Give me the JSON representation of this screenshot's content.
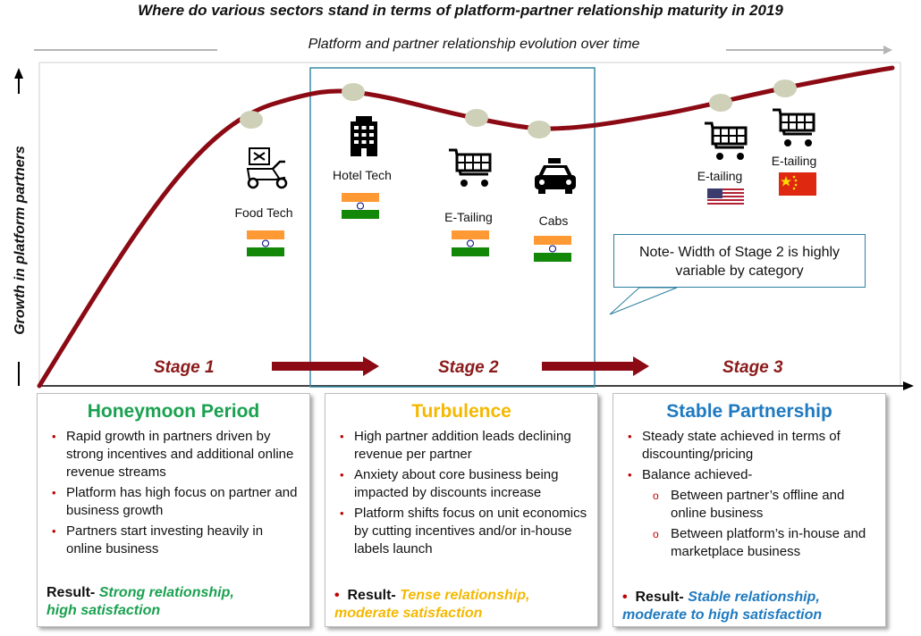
{
  "title": "Where do various sectors stand in terms of platform-partner relationship maturity in 2019",
  "subtitle": "Platform and partner relationship evolution over time",
  "y_axis_label": "Growth in platform partners",
  "stages": {
    "stage1": "Stage 1",
    "stage2": "Stage 2",
    "stage3": "Stage 3"
  },
  "sectors": [
    {
      "label": "Food Tech",
      "icon": "scooter-delivery-icon",
      "flag": "india-flag"
    },
    {
      "label": "Hotel Tech",
      "icon": "building-icon",
      "flag": "india-flag"
    },
    {
      "label": "E-Tailing",
      "icon": "shopping-cart-icon",
      "flag": "india-flag"
    },
    {
      "label": "Cabs",
      "icon": "car-icon",
      "flag": "india-flag"
    },
    {
      "label": "E-tailing",
      "icon": "shopping-cart-icon",
      "flag": "usa-flag"
    },
    {
      "label": "E-tailing",
      "icon": "shopping-cart-icon",
      "flag": "china-flag"
    }
  ],
  "note": "Note- Width of Stage 2 is highly variable by category",
  "colors": {
    "curve": "#8b0a14",
    "stage_text": "#8b1a1a",
    "honeymoon": "#1aa150",
    "turbulence": "#f5b800",
    "stable": "#1f7ac0",
    "bullet": "#c00000",
    "dot": "#cfd0b8"
  },
  "panels": {
    "honeymoon": {
      "title": "Honeymoon Period",
      "bullets": [
        "Rapid growth in partners driven by strong incentives and additional online revenue streams",
        "Platform has high focus on partner and business growth",
        "Partners start investing heavily in online business"
      ],
      "result_label": "Result-",
      "result_line1": "Strong relationship,",
      "result_line2": "high satisfaction"
    },
    "turbulence": {
      "title": "Turbulence",
      "bullets": [
        "High partner addition leads declining revenue per partner",
        "Anxiety about core business being impacted by discounts increase",
        "Platform shifts focus on unit economics by cutting incentives and/or in-house labels launch"
      ],
      "result_label": "Result-",
      "result_line1": "Tense relationship,",
      "result_line2": "moderate satisfaction"
    },
    "stable": {
      "title": "Stable Partnership",
      "bullets": [
        "Steady state achieved in terms of discounting/pricing",
        "Balance achieved-"
      ],
      "sub_bullets": [
        "Between partner’s offline and online business",
        "Between platform’s in-house and marketplace business"
      ],
      "result_label": "Result-",
      "result_line1": "Stable relationship,",
      "result_line2": "moderate to high satisfaction"
    }
  }
}
